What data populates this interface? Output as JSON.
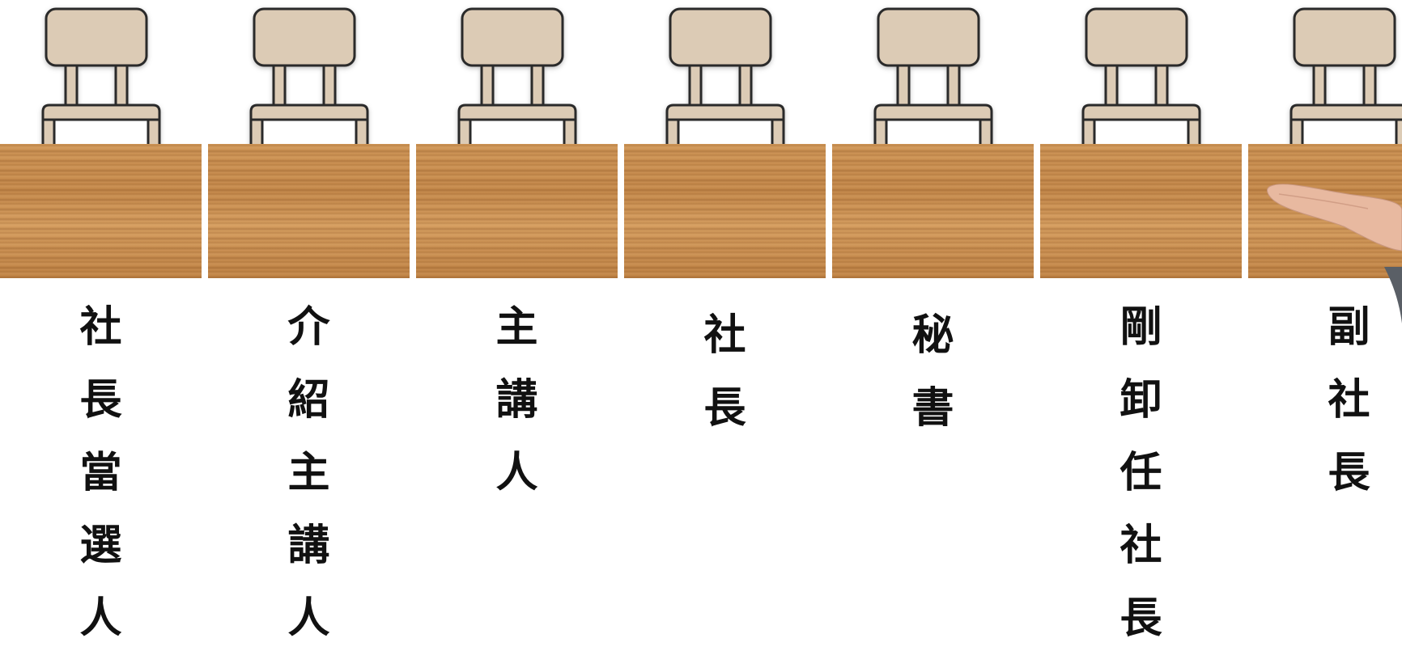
{
  "roles": [
    {
      "label": "社長當選人",
      "chars": [
        "社",
        "長",
        "當",
        "選",
        "人"
      ],
      "offset": 0
    },
    {
      "label": "介紹主講人",
      "chars": [
        "介",
        "紹",
        "主",
        "講",
        "人"
      ],
      "offset": 0
    },
    {
      "label": "主講人",
      "chars": [
        "主",
        "講",
        "人"
      ],
      "offset": 0
    },
    {
      "label": "社長",
      "chars": [
        "社",
        "長"
      ],
      "offset": 10
    },
    {
      "label": "秘書",
      "chars": [
        "秘",
        "書"
      ],
      "offset": 10
    },
    {
      "label": "剛卸任社長",
      "chars": [
        "剛",
        "卸",
        "任",
        "社",
        "長"
      ],
      "offset": 0
    },
    {
      "label": "副社長",
      "chars": [
        "副",
        "社",
        "長"
      ],
      "offset": 0
    }
  ],
  "colors": {
    "chair_fill": "#dccbb5",
    "chair_stroke": "#2a2a2a",
    "wood": "#c98d4f",
    "text": "#111111",
    "skin": "#e8b9a0"
  },
  "icons": {
    "chair": "chair-icon",
    "table": "wood-table-panel",
    "hand": "pointing-hand-image"
  }
}
